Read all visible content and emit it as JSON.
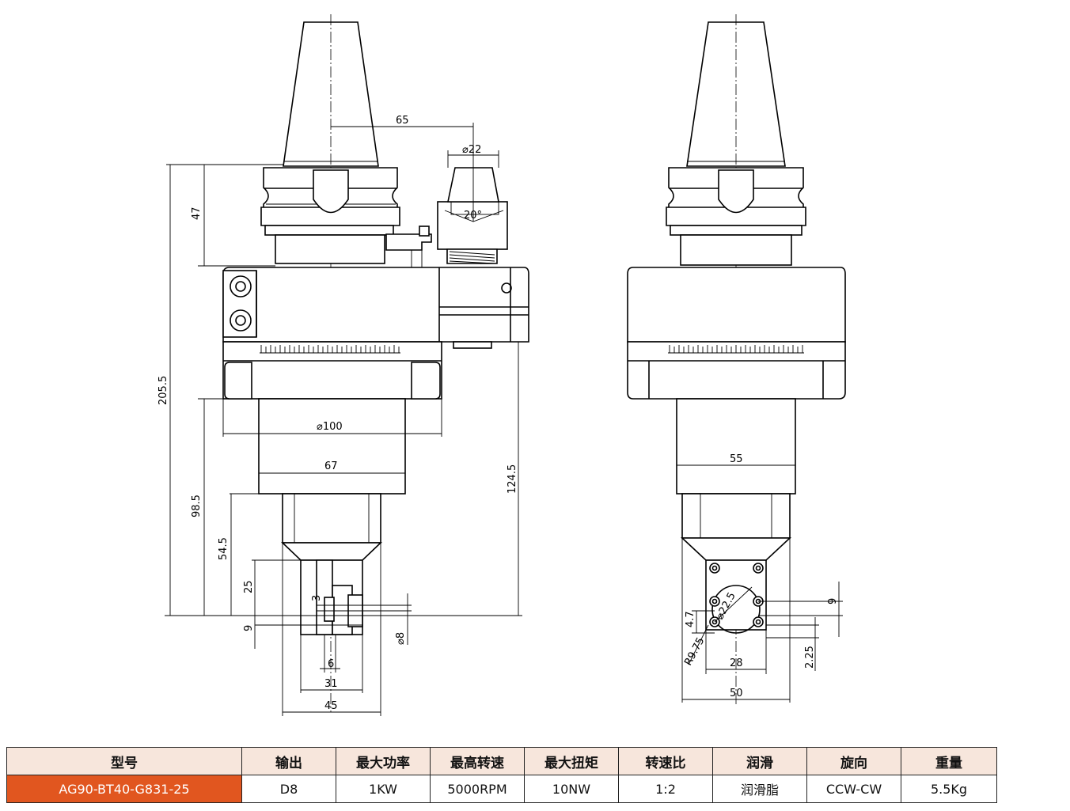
{
  "drawing": {
    "dimensions_front": {
      "d65": "65",
      "d_phi22": "⌀22",
      "d20deg": "20°",
      "d47": "47",
      "d205_5": "205.5",
      "d_phi100": "⌀100",
      "d67": "67",
      "d124_5": "124.5",
      "d98_5": "98.5",
      "d54_5": "54.5",
      "d25": "25",
      "d3": "3",
      "d9": "9",
      "d_phi8": "⌀8",
      "d6": "6",
      "d31": "31",
      "d45": "45"
    },
    "dimensions_side": {
      "d55": "55",
      "d_phi22_5": "⌀22.5",
      "d4_7": "4.7",
      "d9": "9",
      "r9_75": "R9.75",
      "d28": "28",
      "d2_25": "2.25",
      "d50": "50"
    }
  },
  "spec_table": {
    "headers": [
      "型号",
      "输出",
      "最大功率",
      "最高转速",
      "最大扭矩",
      "转速比",
      "润滑",
      "旋向",
      "重量"
    ],
    "row": [
      "AG90-BT40-G831-25",
      "D8",
      "1KW",
      "5000RPM",
      "10NW",
      "1:2",
      "润滑脂",
      "CCW-CW",
      "5.5Kg"
    ],
    "model_cell_color": "#e1561f",
    "header_bg_color": "#f7e6dc"
  }
}
